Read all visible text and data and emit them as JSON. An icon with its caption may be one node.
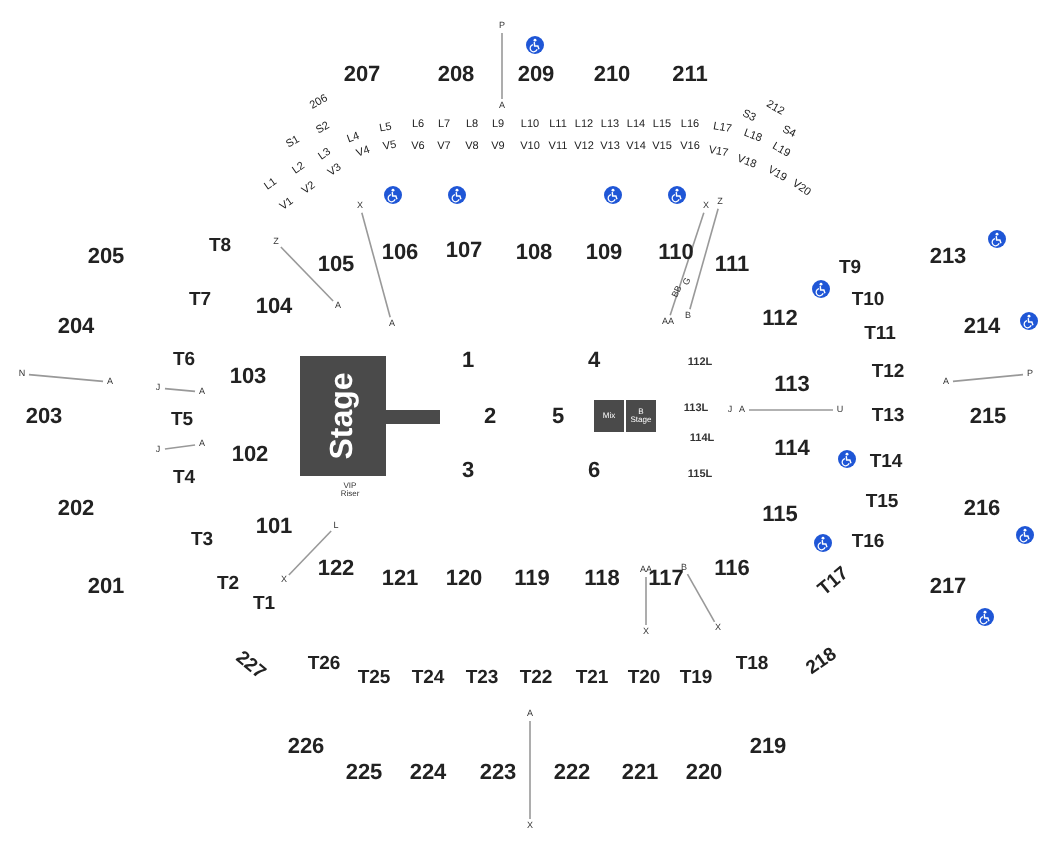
{
  "diagram": {
    "nodes": [
      {
        "text": [
          "Stage"
        ]
      },
      {
        "text": [
          "Mix"
        ]
      },
      {
        "text": [
          "B Stage"
        ]
      }
    ],
    "labels": [
      "P",
      "207",
      "208",
      "209",
      "210",
      "211",
      "A",
      "206",
      "212",
      "S1",
      "S2",
      "S3",
      "S4",
      "L1",
      "L2",
      "L3",
      "L4",
      "L5",
      "L6",
      "L7",
      "L8",
      "L9",
      "L10",
      "L11",
      "L12",
      "L13",
      "L14",
      "L15",
      "L16",
      "L17",
      "L18",
      "L19",
      "V1",
      "V2",
      "V3",
      "V4",
      "V5",
      "V6",
      "V7",
      "V8",
      "V9",
      "V10",
      "V11",
      "V12",
      "V13",
      "V14",
      "V15",
      "V16",
      "V17",
      "V18",
      "V19",
      "V20",
      "Z",
      "X",
      "X",
      "Z",
      "205",
      "T8",
      "105",
      "106",
      "107",
      "108",
      "109",
      "110",
      "111",
      "T9",
      "213",
      "G",
      "BB",
      "T7",
      "104",
      "A",
      "A",
      "AA",
      "B",
      "112",
      "T10",
      "204",
      "T11",
      "214",
      "T6",
      "1",
      "4",
      "112L",
      "T12",
      "N",
      "A",
      "A",
      "P",
      "103",
      "113",
      "J",
      "A",
      "203",
      "T5",
      "2",
      "5",
      "113L",
      "J",
      "A",
      "U",
      "T13",
      "215",
      "114L",
      "J",
      "A",
      "102",
      "114",
      "T14",
      "T4",
      "3",
      "6",
      "115L",
      "VIP Riser",
      "202",
      "115",
      "T15",
      "216",
      "T3",
      "101",
      "L",
      "T16",
      "201",
      "T2",
      "X",
      "122",
      "121",
      "120",
      "119",
      "118",
      "AA",
      "117",
      "B",
      "116",
      "T17",
      "217",
      "T1",
      "X",
      "X",
      "227",
      "T26",
      "T25",
      "T24",
      "T23",
      "T22",
      "T21",
      "T20",
      "T19",
      "T18",
      "218",
      "A",
      "226",
      "219",
      "225",
      "224",
      "223",
      "222",
      "221",
      "220",
      "X"
    ]
  }
}
